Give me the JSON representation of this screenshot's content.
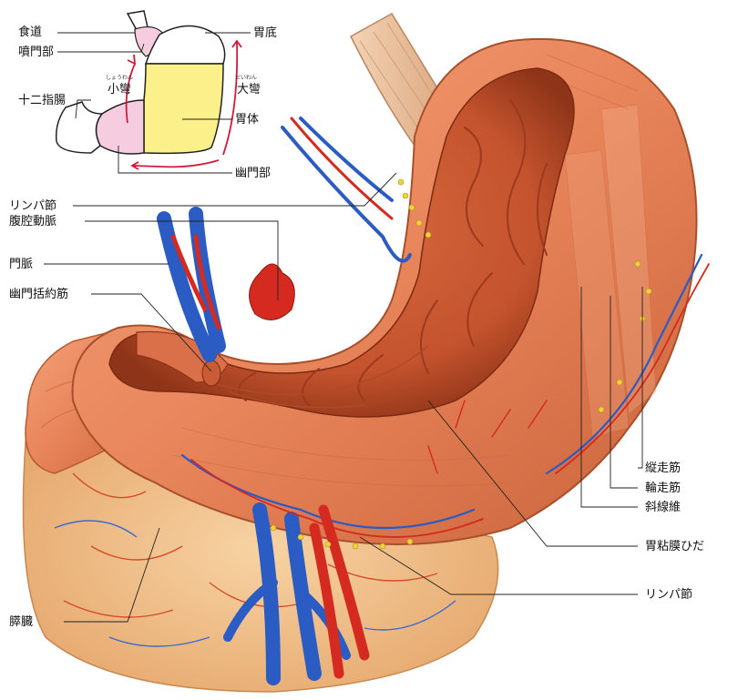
{
  "inset_labels": {
    "esophagus": "食道",
    "cardia": "噴門部",
    "fundus": "胃底",
    "lesser_curvature": "小彎",
    "lesser_curvature_reading": "しょうわん",
    "greater_curvature": "大彎",
    "greater_curvature_reading": "だいわん",
    "duodenum": "十二指腸",
    "body": "胃体",
    "pylorus": "幽門部"
  },
  "main_labels": {
    "lymph_node_top": "リンパ節",
    "celiac_artery": "腹腔動脈",
    "portal_vein": "門脈",
    "pyloric_sphincter": "幽門括約筋",
    "longitudinal_muscle": "縦走筋",
    "circular_muscle": "輪走筋",
    "oblique_fibers": "斜線維",
    "gastric_folds": "胃粘膜ひだ",
    "lymph_node_bottom": "リンパ節",
    "pancreas": "膵臓"
  },
  "colors": {
    "stomach_muscle": "#e8845a",
    "stomach_inner": "#c4532e",
    "mucosa_fold": "#9c3a1e",
    "artery": "#d42a1f",
    "vein": "#2a5cc4",
    "lymph": "#f2d23a",
    "pancreas": "#f0c089",
    "inset_fundus": "#f6cde0",
    "inset_body": "#fbf08a",
    "inset_curvature_arrow": "#d01a3a"
  }
}
